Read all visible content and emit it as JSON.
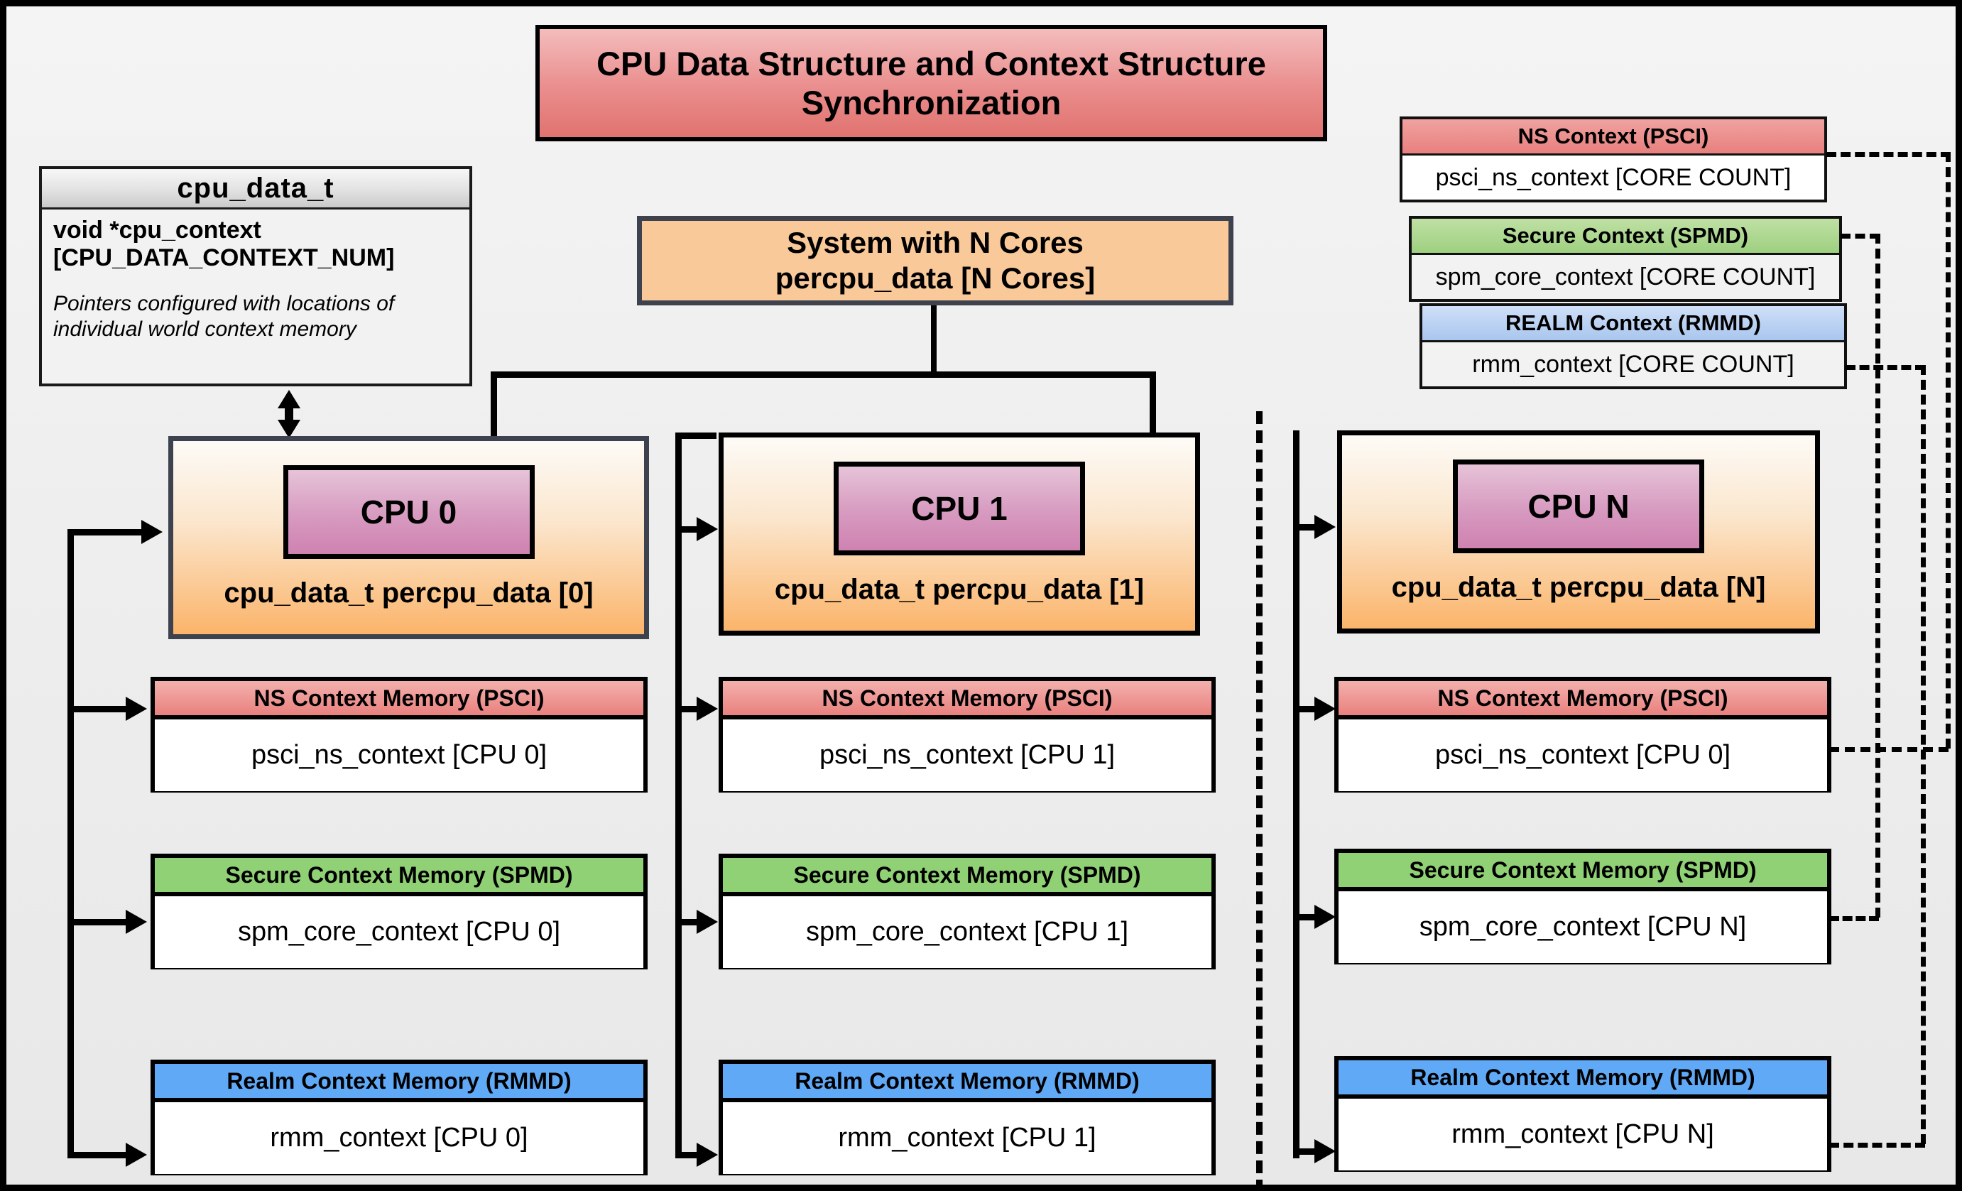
{
  "title": "CPU Data Structure and Context Structure Synchronization",
  "struct": {
    "name": "cpu_data_t",
    "field": "void  *cpu_context [CPU_DATA_CONTEXT_NUM]",
    "note": "Pointers configured with locations of individual world context memory"
  },
  "system": {
    "line1": "System with N Cores",
    "line2": "percpu_data [N Cores]"
  },
  "legend": [
    {
      "name": "ns-context",
      "header": "NS Context  (PSCI)",
      "body": "psci_ns_context [CORE COUNT]"
    },
    {
      "name": "secure-context",
      "header": "Secure Context (SPMD)",
      "body": "spm_core_context [CORE COUNT]"
    },
    {
      "name": "realm-context",
      "header": "REALM Context (RMMD)",
      "body": "rmm_context [CORE COUNT]"
    }
  ],
  "columns": [
    {
      "cpu_chip": "CPU 0",
      "cpu_label": "cpu_data_t percpu_data [0]",
      "contexts": [
        {
          "header": "NS Context Memory (PSCI)",
          "body": "psci_ns_context [CPU 0]"
        },
        {
          "header": "Secure Context Memory (SPMD)",
          "body": "spm_core_context [CPU 0]"
        },
        {
          "header": "Realm Context Memory (RMMD)",
          "body": "rmm_context [CPU 0]"
        }
      ]
    },
    {
      "cpu_chip": "CPU 1",
      "cpu_label": "cpu_data_t percpu_data [1]",
      "contexts": [
        {
          "header": "NS Context Memory (PSCI)",
          "body": "psci_ns_context [CPU 1]"
        },
        {
          "header": "Secure Context Memory (SPMD)",
          "body": "spm_core_context [CPU 1]"
        },
        {
          "header": "Realm Context Memory (RMMD)",
          "body": "rmm_context [CPU 1]"
        }
      ]
    },
    {
      "cpu_chip": "CPU N",
      "cpu_label": "cpu_data_t percpu_data [N]",
      "contexts": [
        {
          "header": "NS Context Memory (PSCI)",
          "body": "psci_ns_context [CPU 0]"
        },
        {
          "header": "Secure Context Memory (SPMD)",
          "body": "spm_core_context [CPU N]"
        },
        {
          "header": "Realm Context Memory (RMMD)",
          "body": "rmm_context [CPU N]"
        }
      ]
    }
  ],
  "colors": {
    "title_fill": "#e0736f",
    "ns_header": "#e8807e",
    "secure_header": "#90d175",
    "realm_header": "#5fa9f7",
    "cpu_fill": "#fbb46a",
    "cpu_chip_fill": "#cf82b0",
    "system_fill": "#fac999",
    "canvas_bg": "#eeeeee",
    "border": "#000000"
  }
}
